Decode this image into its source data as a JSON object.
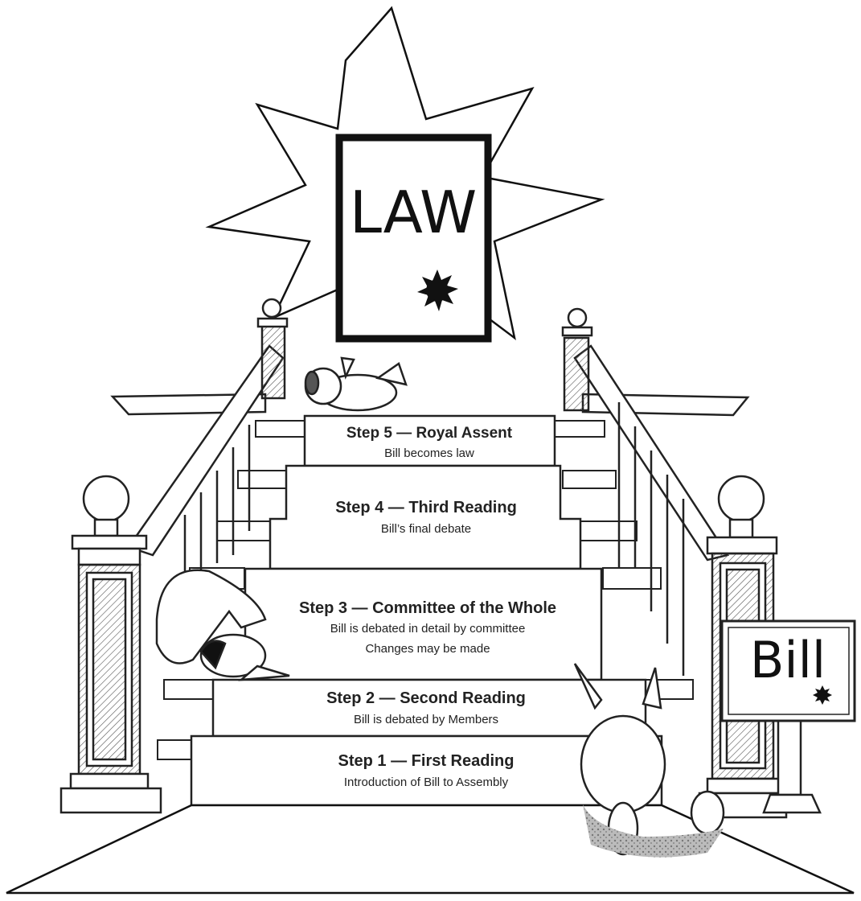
{
  "law_sign": {
    "text": "LAW"
  },
  "bill_sign": {
    "text": "Bill"
  },
  "steps": [
    {
      "title": "Step 5 — Royal Assent",
      "lines": [
        "Bill becomes law"
      ]
    },
    {
      "title": "Step 4 — Third Reading",
      "lines": [
        "Bill’s final debate"
      ]
    },
    {
      "title": "Step 3 — Committee of the Whole",
      "lines": [
        "Bill is debated in detail by committee",
        "Changes may be made"
      ]
    },
    {
      "title": "Step 2 — Second Reading",
      "lines": [
        "Bill is debated by Members"
      ]
    },
    {
      "title": "Step 1 — First Reading",
      "lines": [
        "Introduction of Bill to Assembly"
      ]
    }
  ]
}
